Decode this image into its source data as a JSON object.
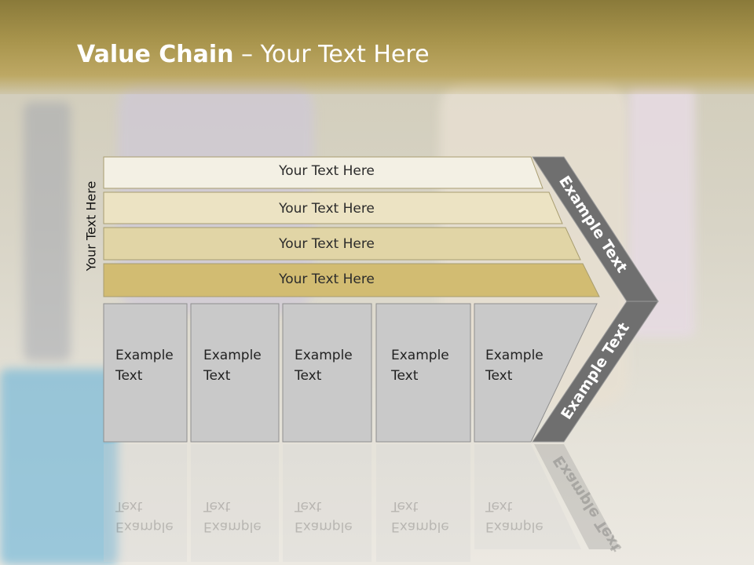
{
  "slide": {
    "title_bold": "Value Chain",
    "title_rest": " – Your Text Here",
    "vertical_label": "Your Text Here",
    "bars": [
      {
        "label": "Your Text Here",
        "color": "#f3f0e4"
      },
      {
        "label": "Your Text Here",
        "color": "#ece3c3"
      },
      {
        "label": "Your Text Here",
        "color": "#e1d5a6"
      },
      {
        "label": "Your Text Here",
        "color": "#d2bc72"
      }
    ],
    "boxes": [
      {
        "line1": "Example",
        "line2": "Text"
      },
      {
        "line1": "Example",
        "line2": "Text"
      },
      {
        "line1": "Example",
        "line2": "Text"
      },
      {
        "line1": "Example",
        "line2": "Text"
      },
      {
        "line1": "Example",
        "line2": "Text"
      }
    ],
    "chevron_top_label": "Example Text",
    "chevron_bottom_label": "Example Text",
    "colors": {
      "header_gold": "#a9954d",
      "box_gray": "#c9c9c9",
      "chevron_gray": "#6f6f6f"
    }
  }
}
